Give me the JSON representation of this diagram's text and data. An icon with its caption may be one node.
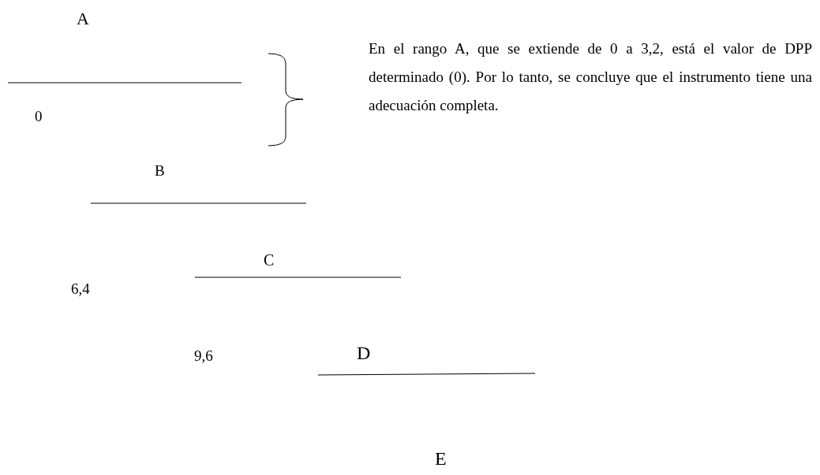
{
  "diagram": {
    "labels": [
      "A",
      "En el rango A, que se extiende de 0 a 3,2, está el valor de DPP determinado (0). Por lo tanto, se concluye que el instrumento tiene una adecuación completa.",
      "0",
      "B",
      "6,4",
      "C",
      "9,6",
      "D",
      "E"
    ]
  }
}
